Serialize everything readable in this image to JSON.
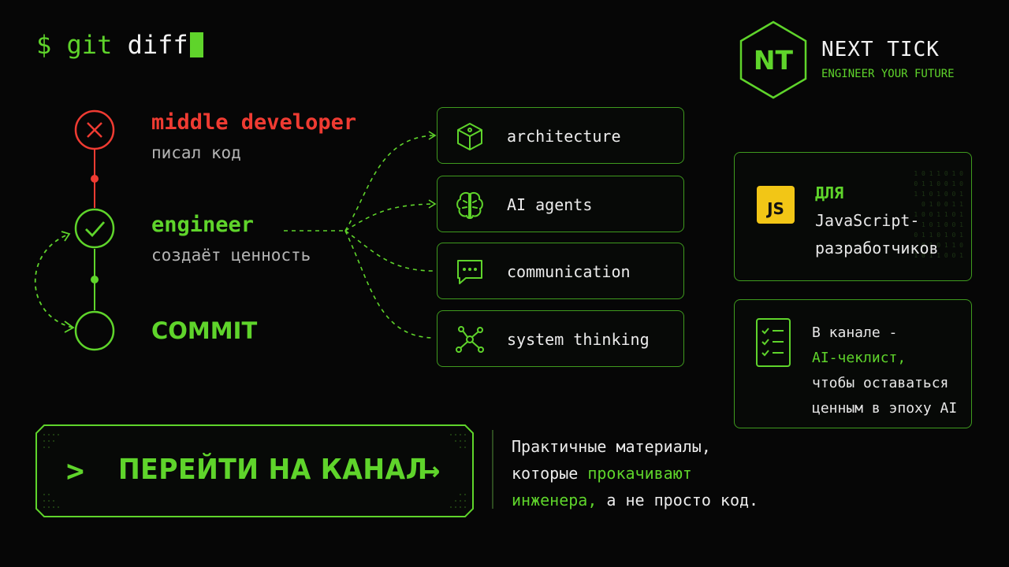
{
  "terminal": {
    "prompt": "$ git",
    "command": "diff"
  },
  "brand": {
    "logo_mark": "NT",
    "name": "NEXT TICK",
    "tagline": "ENGINEER YOUR FUTURE"
  },
  "timeline": {
    "stages": [
      {
        "title": "middle developer",
        "subtitle": "писал код",
        "status": "rejected",
        "icon": "close-icon"
      },
      {
        "title": "engineer",
        "subtitle": "создаёт ценность",
        "status": "approved",
        "icon": "check-icon"
      },
      {
        "title": "COMMIT",
        "subtitle": "",
        "status": "pending",
        "icon": "empty-circle-icon"
      }
    ]
  },
  "skills": [
    {
      "label": "architecture",
      "icon": "cube-icon"
    },
    {
      "label": "AI agents",
      "icon": "brain-icon"
    },
    {
      "label": "communication",
      "icon": "chat-icon"
    },
    {
      "label": "system thinking",
      "icon": "network-icon"
    }
  ],
  "js_card": {
    "badge": "JS",
    "line1": "ДЛЯ",
    "line2": "JavaScript-",
    "line3": "разработчиков"
  },
  "checklist_card": {
    "line1": "В канале -",
    "line2": "AI-чеклист,",
    "line3": "чтобы оставаться",
    "line4": "ценным в эпоху AI"
  },
  "cta": {
    "chevron": ">",
    "label": "ПЕРЕЙТИ НА КАНАЛ",
    "arrow": "→"
  },
  "promo": {
    "line1": "Практичные материалы,",
    "line2_a": "которые ",
    "line2_b": "прокачивают",
    "line3_a": "инженера,",
    "line3_b": " а не просто код."
  },
  "colors": {
    "accent": "#5fd42b",
    "danger": "#ef3b32",
    "js_yellow": "#f2c616",
    "background": "#060606"
  }
}
